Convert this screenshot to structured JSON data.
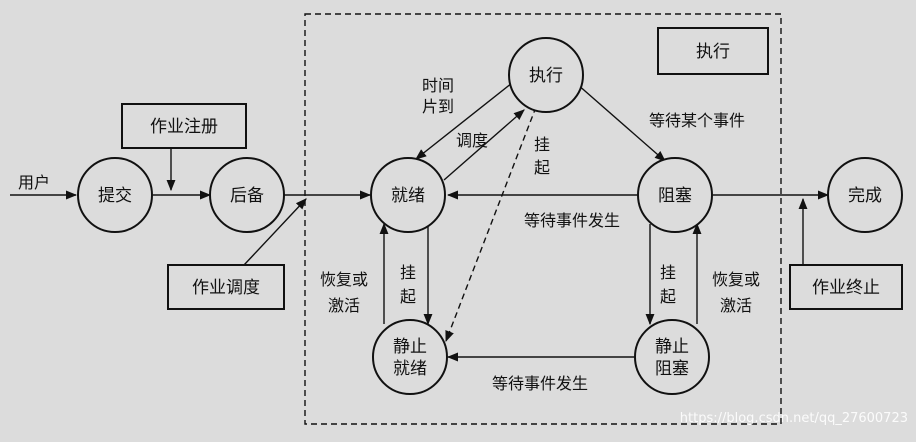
{
  "nodes": {
    "tijiao": "提交",
    "houbei": "后备",
    "jiuxu": "就绪",
    "zhixing": "执行",
    "zusai": "阻塞",
    "wancheng": "完成",
    "jingzhi_jiuxu_1": "静止",
    "jingzhi_jiuxu_2": "就绪",
    "jingzhi_zusai_1": "静止",
    "jingzhi_zusai_2": "阻塞"
  },
  "boxes": {
    "zuoye_zhuce": "作业注册",
    "zuoye_diaodu": "作业调度",
    "zuoye_zhongzhi": "作业终止",
    "zhixing_box": "执行"
  },
  "labels": {
    "yonghu": "用户",
    "shijian_1": "时间",
    "shijian_2": "片到",
    "diaodu": "调度",
    "guaqi_mid_1": "挂",
    "guaqi_mid_2": "起",
    "dengdai_moushi": "等待某个事件",
    "dengdai_fasheng_top": "等待事件发生",
    "huifu_left_1": "恢复或",
    "huifu_left_2": "激活",
    "guaqi_left_1": "挂",
    "guaqi_left_2": "起",
    "guaqi_right_1": "挂",
    "guaqi_right_2": "起",
    "huifu_right_1": "恢复或",
    "huifu_right_2": "激活",
    "dengdai_fasheng_bottom": "等待事件发生"
  },
  "watermark": "https://blog.csdn.net/qq_27600723"
}
